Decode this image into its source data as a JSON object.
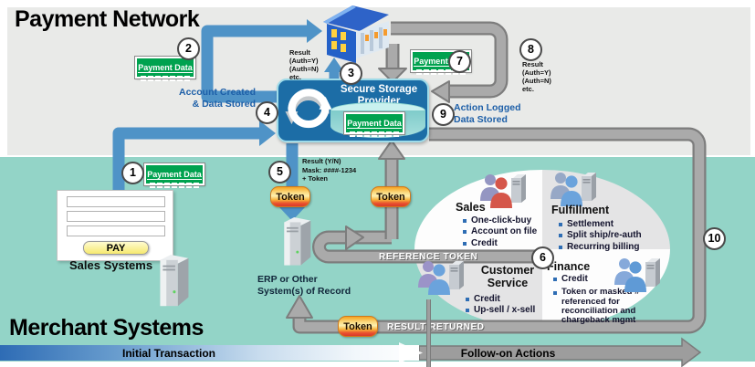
{
  "titles": {
    "payment_network": "Payment Network",
    "merchant_systems": "Merchant Systems"
  },
  "secure_storage": {
    "title": "Secure Storage Provider"
  },
  "badges": {
    "payment_data": "Payment Data",
    "token": "Token"
  },
  "steps": [
    "1",
    "2",
    "3",
    "4",
    "5",
    "6",
    "7",
    "8",
    "9",
    "10"
  ],
  "annotations": {
    "auth_result": [
      "Result",
      "(Auth=Y)",
      "(Auth=N)",
      "etc."
    ],
    "mask_result": [
      "Result (Y/N)",
      "Mask: ####-1234",
      "+ Token"
    ],
    "account_created": [
      "Account Created",
      "& Data Stored"
    ],
    "action_logged": [
      "Action Logged",
      "Data Stored"
    ]
  },
  "merchant": {
    "pay_button": "PAY",
    "sales_systems_label": "Sales Systems",
    "erp_label": [
      "ERP or Other",
      "System(s) of Record"
    ]
  },
  "flow_labels": {
    "reference_token": "REFERENCE TOKEN",
    "result_returned": "RESULT RETURNED"
  },
  "timeline": {
    "initial_transaction": "Initial Transaction",
    "follow_on_actions": "Follow-on Actions"
  },
  "departments": [
    {
      "name": "Sales",
      "items": [
        "One-click-buy",
        "Account on file",
        "Credit"
      ]
    },
    {
      "name": "Fulfillment",
      "items": [
        "Settlement",
        "Split ship/re-auth",
        "Recurring billing"
      ]
    },
    {
      "name": "Customer Service",
      "items": [
        "Credit",
        "Up-sell / x-sell"
      ]
    },
    {
      "name": "Finance",
      "items": [
        "Credit",
        "Token or masked # referenced for reconciliation and chargeback mgmt"
      ]
    }
  ],
  "colors": {
    "network_bg": "#e9eae8",
    "merchant_bg": "#93d4c7",
    "blue_arrow": "#4f93c7",
    "gray_arrow": "#9d9d9d",
    "storage_box_blue": "#1c6da6",
    "payment_data_green": "#00a24f",
    "token_orange": "#f6a21f",
    "token_red": "#d93a2a",
    "pay_yellow": "#f6e96e",
    "label_blue": "#1d5fa8"
  }
}
